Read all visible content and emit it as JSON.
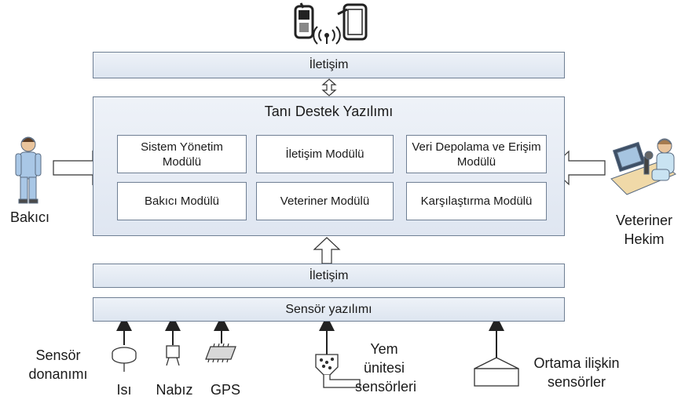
{
  "top_bar": {
    "label": "İletişim"
  },
  "software_panel": {
    "title": "Tanı Destek Yazılımı",
    "modules": [
      {
        "id": "system",
        "label": "Sistem Yönetim Modülü"
      },
      {
        "id": "comm",
        "label": "İletişim Modülü"
      },
      {
        "id": "storage",
        "label": "Veri Depolama ve Erişim Modülü"
      },
      {
        "id": "caretaker",
        "label": "Bakıcı Modülü"
      },
      {
        "id": "vet",
        "label": "Veteriner Modülü"
      },
      {
        "id": "compare",
        "label": "Karşılaştırma Modülü"
      }
    ]
  },
  "comm_bar": {
    "label": "İletişim"
  },
  "sensor_sw_bar": {
    "label": "Sensör yazılımı"
  },
  "actors": {
    "caretaker": "Bakıcı",
    "vet_line1": "Veteriner",
    "vet_line2": "Hekim"
  },
  "sensors": {
    "hardware_line1": "Sensör",
    "hardware_line2": "donanımı",
    "heat": "Isı",
    "pulse": "Nabız",
    "gps": "GPS",
    "feed_line1": "Yem",
    "feed_line2": "ünitesi",
    "feed_line3": "sensörleri",
    "env_line1": "Ortama ilişkin",
    "env_line2": "sensörler"
  },
  "colors": {
    "box_fill": "#e6ecf5",
    "box_border": "#6f7f94",
    "arrow": "#4a4a4a"
  }
}
